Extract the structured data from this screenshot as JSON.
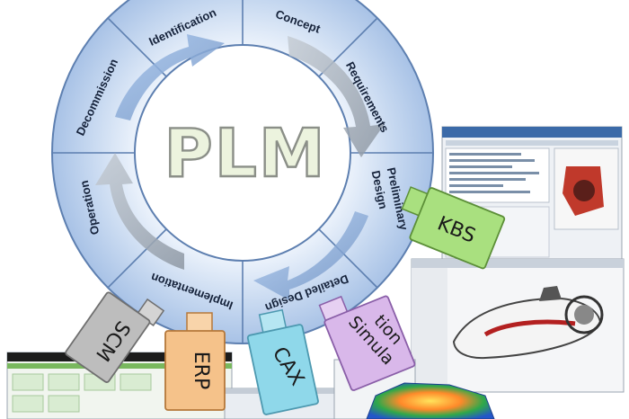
{
  "center_title": "PLM",
  "ring_segments": [
    {
      "id": "concept",
      "label": "Concept"
    },
    {
      "id": "requirements",
      "label": "Requirements"
    },
    {
      "id": "preliminary-design",
      "label_line1": "Preliminary",
      "label_line2": "Design"
    },
    {
      "id": "detailed-design",
      "label": "Detailed Design"
    },
    {
      "id": "implementation",
      "label": "Implementation"
    },
    {
      "id": "operation",
      "label": "Operation"
    },
    {
      "id": "decommission",
      "label": "Decommission"
    },
    {
      "id": "identification",
      "label": "Identification"
    }
  ],
  "modules": {
    "kbs": "KBS",
    "scm": "SCM",
    "erp": "ERP",
    "cax": "CAX",
    "simulation_line1": "Simula",
    "simulation_line2": "tion"
  },
  "colors": {
    "ring": "#b7cdeb",
    "ring_stroke": "#5d7fb0",
    "arrow": "#8fb4e6",
    "kbs": "#a9e07f",
    "scm": "#bdbdbd",
    "erp": "#f5c28a",
    "cax": "#8fd8ea",
    "simulation": "#d9b8ea"
  }
}
